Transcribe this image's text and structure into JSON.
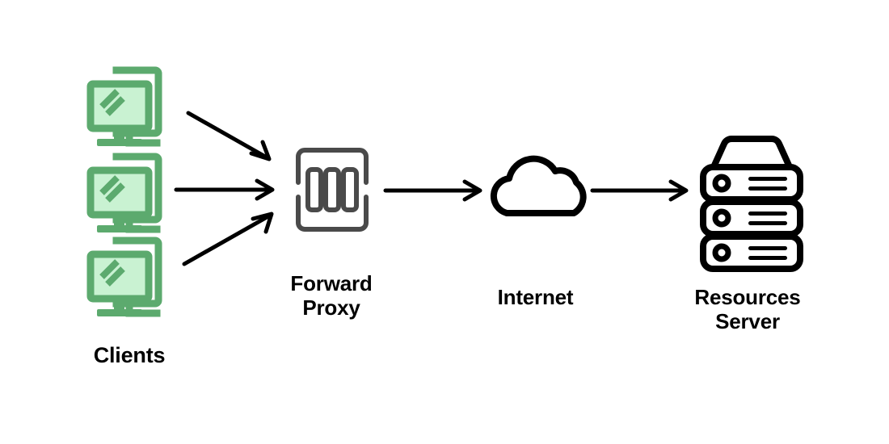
{
  "diagram": {
    "title": "Forward Proxy network flow diagram",
    "background_color": "#ffffff",
    "colors": {
      "client_fill": "#c9f2d2",
      "client_stroke": "#5caa6e",
      "proxy_stroke": "#4a4a4a",
      "cloud_stroke": "#000000",
      "server_stroke": "#000000",
      "arrow_stroke": "#000000",
      "label_text": "#000000"
    },
    "nodes": [
      {
        "id": "clients",
        "icon": "computer-monitor-icon",
        "label": "Clients",
        "count": 3
      },
      {
        "id": "forward-proxy",
        "icon": "proxy-server-icon",
        "label": "Forward\nProxy"
      },
      {
        "id": "internet",
        "icon": "cloud-icon",
        "label": "Internet"
      },
      {
        "id": "resources-server",
        "icon": "server-stack-icon",
        "label": "Resources\nServer"
      }
    ],
    "connections": [
      {
        "id": "client-1-to-proxy",
        "from": "client-1",
        "to": "forward-proxy",
        "direction": "down-right"
      },
      {
        "id": "client-2-to-proxy",
        "from": "client-2",
        "to": "forward-proxy",
        "direction": "right"
      },
      {
        "id": "client-3-to-proxy",
        "from": "client-3",
        "to": "forward-proxy",
        "direction": "up-right"
      },
      {
        "id": "proxy-to-internet",
        "from": "forward-proxy",
        "to": "internet",
        "direction": "right"
      },
      {
        "id": "internet-to-server",
        "from": "internet",
        "to": "resources-server",
        "direction": "right"
      }
    ]
  }
}
